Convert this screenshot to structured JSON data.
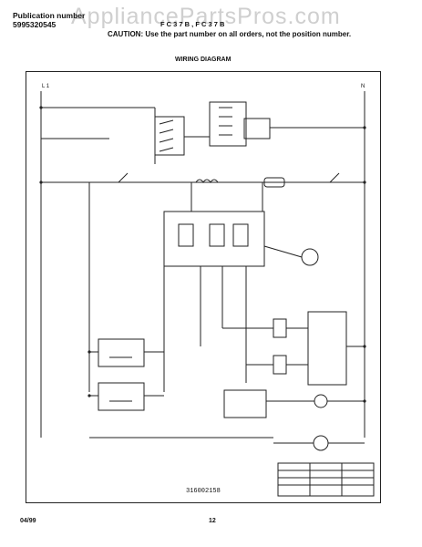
{
  "watermark": "AppliancePartsPros.com",
  "header": {
    "publication_label": "Publication number",
    "publication_number": "5995320545",
    "model_line": "F C 3 7 B   ,  F C  3 7 B",
    "caution": "CAUTION:  Use the part number on all orders, not the position number."
  },
  "diagram": {
    "title": "WIRING DIAGRAM",
    "line_l1": "L 1",
    "line_n": "N",
    "drawing_number": "316002158"
  },
  "footer": {
    "date": "04/99",
    "page": "12"
  }
}
